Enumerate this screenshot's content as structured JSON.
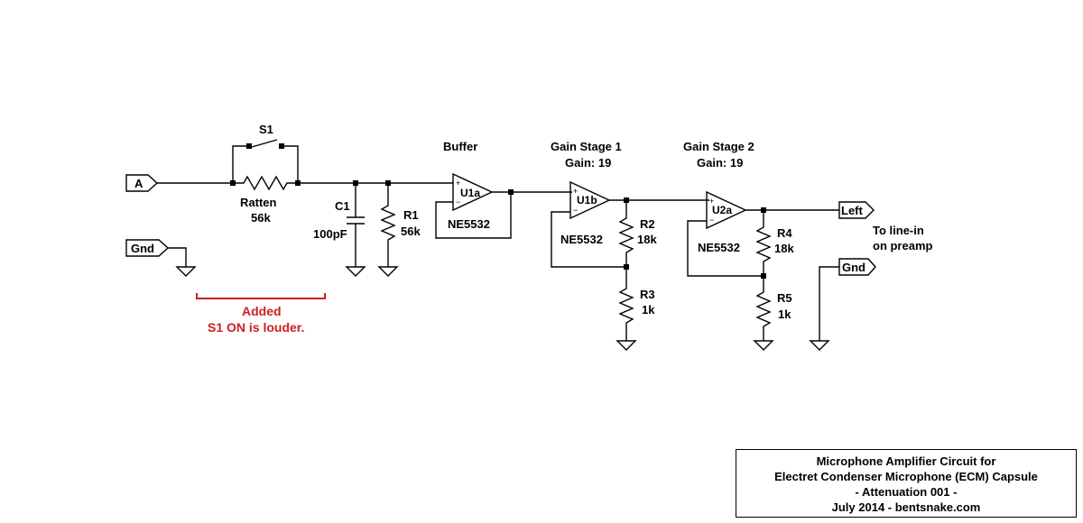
{
  "ports": {
    "input": "A",
    "gnd_left": "Gnd",
    "output": "Left",
    "gnd_right": "Gnd",
    "output_note_line1": "To line-in",
    "output_note_line2": "on preamp"
  },
  "components": {
    "s1": "S1",
    "ratten": "Ratten",
    "ratten_value": "56k",
    "c1": "C1",
    "c1_value": "100pF",
    "r1": "R1",
    "r1_value": "56k",
    "r2": "R2",
    "r2_value": "18k",
    "r3": "R3",
    "r3_value": "1k",
    "r4": "R4",
    "r4_value": "18k",
    "r5": "R5",
    "r5_value": "1k"
  },
  "opamps": {
    "u1a": "U1a",
    "u1a_part": "NE5532",
    "u1b": "U1b",
    "u1b_part": "NE5532",
    "u2a": "U2a",
    "u2a_part": "NE5532",
    "plus": "+",
    "minus": "−"
  },
  "stages": {
    "buffer": "Buffer",
    "gain1": "Gain Stage 1",
    "gain1_value": "Gain: 19",
    "gain2": "Gain Stage 2",
    "gain2_value": "Gain: 19"
  },
  "annotation": {
    "line1": "Added",
    "line2": "S1 ON is louder.",
    "color": "#cc1f1f"
  },
  "title_block": {
    "line1": "Microphone Amplifier Circuit for",
    "line2": "Electret Condenser Microphone (ECM) Capsule",
    "line3": "- Attenuation 001 -",
    "line4": "July 2014 - bentsnake.com"
  }
}
